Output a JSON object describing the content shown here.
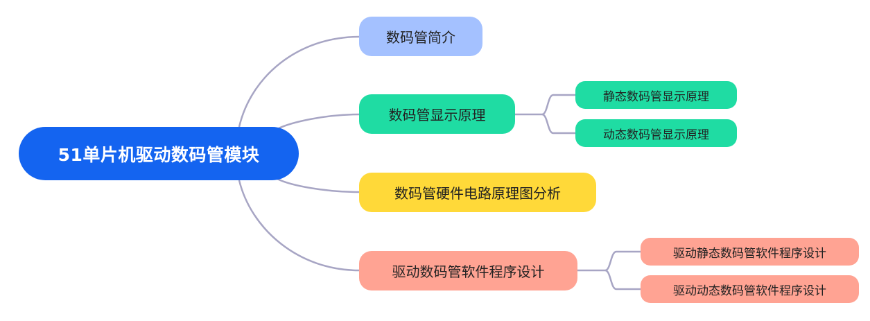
{
  "root": {
    "label": "51单片机驱动数码管模块",
    "color": "#1464f0"
  },
  "connector_color": "#a7a5c4",
  "branches": [
    {
      "label": "数码管简介",
      "color": "#a4c1ff",
      "children": []
    },
    {
      "label": "数码管显示原理",
      "color": "#1fdca3",
      "children": [
        {
          "label": "静态数码管显示原理",
          "color": "#1fdca3"
        },
        {
          "label": "动态数码管显示原理",
          "color": "#1fdca3"
        }
      ]
    },
    {
      "label": "数码管硬件电路原理图分析",
      "color": "#ffd939",
      "children": []
    },
    {
      "label": "驱动数码管软件程序设计",
      "color": "#ffa393",
      "children": [
        {
          "label": "驱动静态数码管软件程序设计",
          "color": "#ffa393"
        },
        {
          "label": "驱动动态数码管软件程序设计",
          "color": "#ffa393"
        }
      ]
    }
  ]
}
